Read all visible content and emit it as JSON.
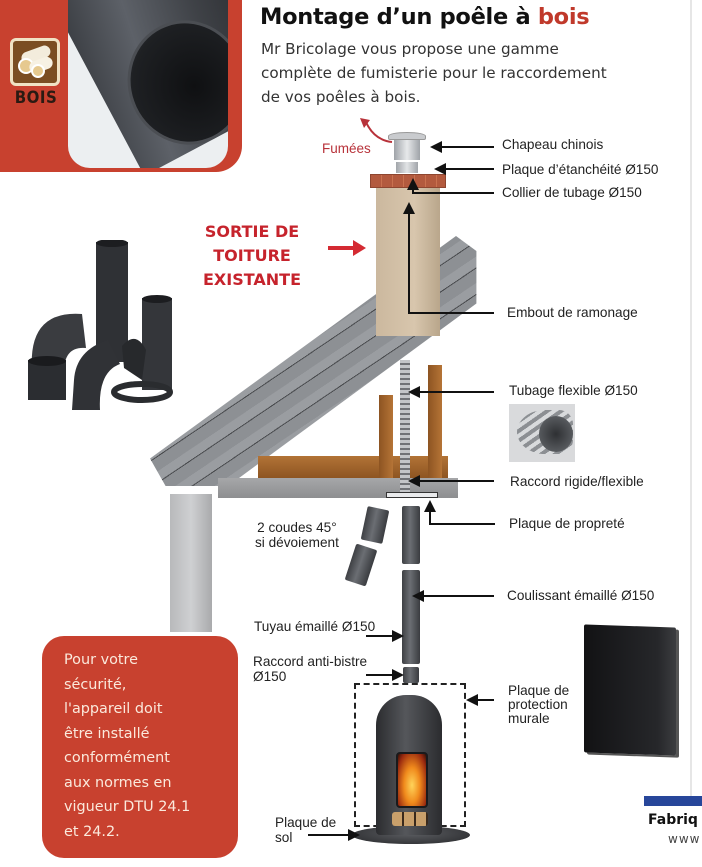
{
  "header": {
    "title_main": "Montage d’un poêle à ",
    "title_accent": "bois",
    "intro_line_1": "Mr Bricolage vous propose une gamme",
    "intro_line_2": "complète de fumisterie pour le raccordement",
    "intro_line_3": "de vos poêles à bois.",
    "accent_color": "#c0392b"
  },
  "badge": {
    "icon": "wood-logs-icon",
    "label": "BOIS",
    "banner_color": "#c8412f"
  },
  "diagram": {
    "smoke_label": "Fumées",
    "roof_exit": {
      "line_1": "SORTIE DE",
      "line_2": "TOITURE",
      "line_3": "EXISTANTE",
      "color": "#c6232c"
    },
    "labels": {
      "chapeau": "Chapeau chinois",
      "plaque_etancheite": "Plaque d’étanchéité Ø150",
      "collier": "Collier de tubage Ø150",
      "embout": "Embout de ramonage",
      "tubage": "Tubage flexible Ø150",
      "raccord_rigide": "Raccord rigide/flexible",
      "plaque_proprete": "Plaque de propreté",
      "coudes_1": "2 coudes 45°",
      "coudes_2": "si dévoiement",
      "coulissant": "Coulissant émaillé Ø150",
      "tuyau": "Tuyau émaillé Ø150",
      "anti_bistre_1": "Raccord anti-bistre",
      "anti_bistre_2": "Ø150",
      "protection_1": "Plaque de",
      "protection_2": "protection",
      "protection_3": "murale",
      "sol_1": "Plaque de",
      "sol_2": "sol"
    }
  },
  "safety": {
    "text": "Pour votre\nsécurité,\nl'appareil doit\nêtre installé\nconformément\naux normes en\nvigueur DTU 24.1\n et 24.2.",
    "bg_color": "#c8412f"
  },
  "footer": {
    "brand_partial": "Fabriq",
    "url_partial": "www",
    "bar_color": "#27469a"
  }
}
